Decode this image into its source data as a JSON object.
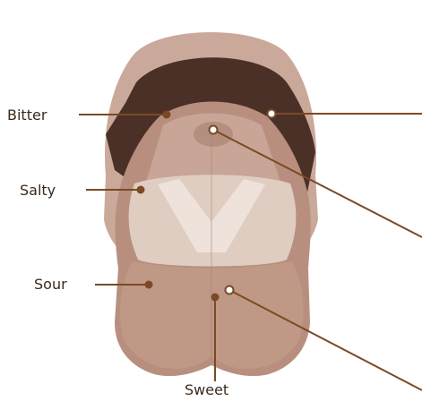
{
  "diagram": {
    "labels": {
      "bitter": "Bitter",
      "salty": "Salty",
      "sour": "Sour",
      "sweet": "Sweet"
    },
    "colors": {
      "leader_line": "#7a4a25",
      "lip": "#caa99a",
      "mouth_cavity": "#4b3027",
      "tongue": "#b88f7e",
      "tongue_light": "#d9c0b4",
      "tongue_pale": "#ece0da",
      "label_text": "#3a2a1c"
    }
  }
}
